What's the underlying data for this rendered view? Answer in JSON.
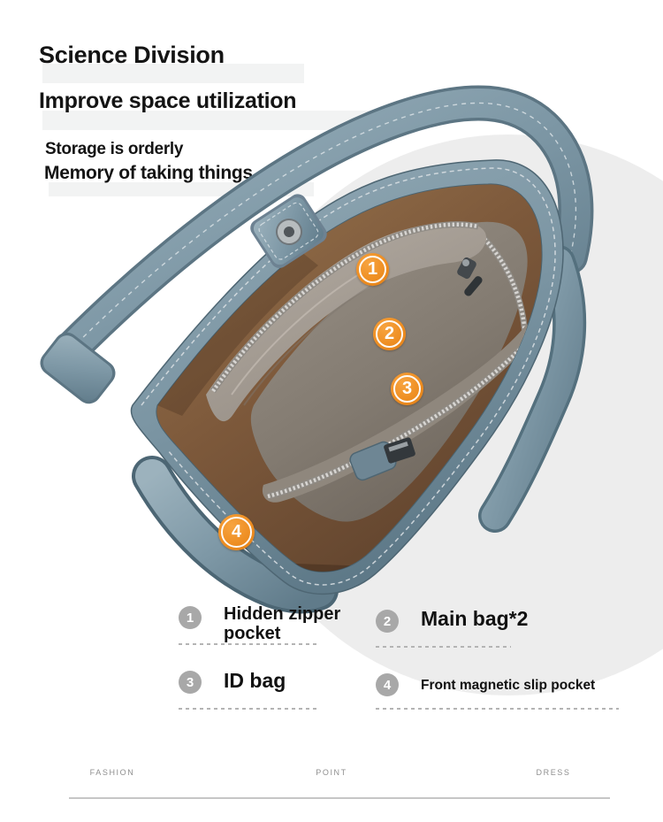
{
  "header": {
    "title": "Science Division",
    "subtitle": "Improve space utilization",
    "tagline1": "Storage is orderly",
    "tagline2": "Memory of taking things"
  },
  "callouts": [
    {
      "number": "1"
    },
    {
      "number": "2"
    },
    {
      "number": "3"
    },
    {
      "number": "4"
    }
  ],
  "legend": {
    "items": [
      {
        "number": "1",
        "label": "Hidden zipper\npocket"
      },
      {
        "number": "2",
        "label": "Main bag*2"
      },
      {
        "number": "3",
        "label": "ID bag"
      },
      {
        "number": "4",
        "label": "Front magnetic slip pocket"
      }
    ]
  },
  "footer": {
    "labels": [
      "FASHION",
      "POINT",
      "DRESS"
    ]
  },
  "colors": {
    "accent_orange": "#EA871E",
    "leather_blue": "#7E98A6",
    "suede_brown": "#85613F",
    "lining_gray": "#8D857C",
    "background_circle": "#EDEDED",
    "legend_circle": "#A8A8A8"
  }
}
